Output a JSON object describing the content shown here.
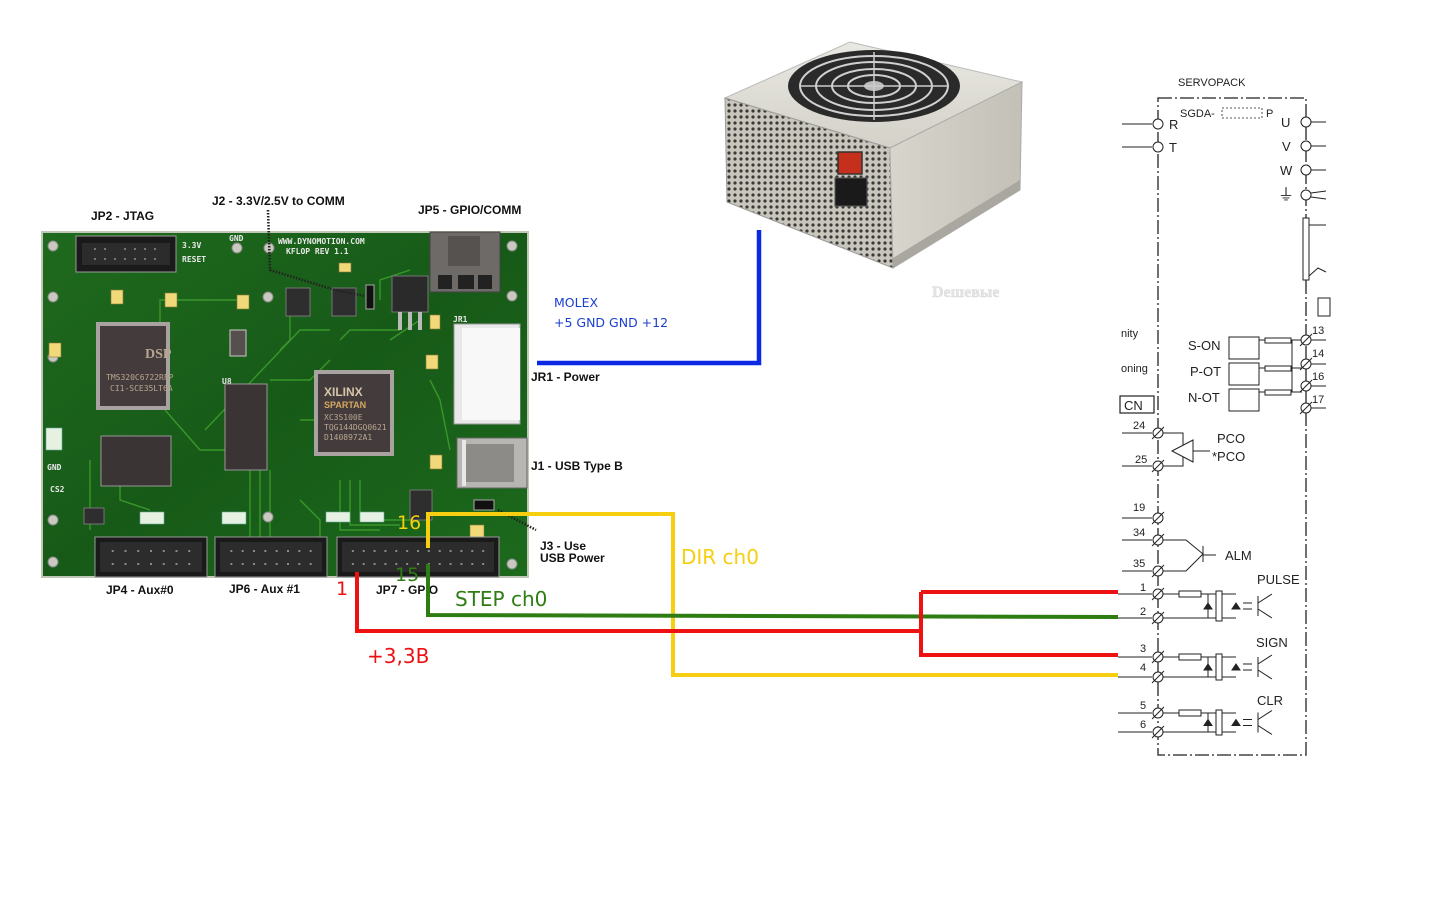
{
  "board": {
    "name": "KFLOP",
    "silkscreen_url": "WWW.DYNOMOTION.COM",
    "silkscreen_rev": "KFLOP  REV  1.1",
    "silk_33v": "3.3V",
    "silk_reset": "RESET",
    "silk_gnd_top": "GND",
    "silk_gnd_left": "GND",
    "silk_cs2": "CS2",
    "dsp_brand": "DSP",
    "dsp_part": "TMS320C6722RFP",
    "dsp_lot": "CI1-SCE35LT6A",
    "fpga_brand": "XILINX",
    "fpga_family": "SPARTAN",
    "fpga_part": "XC3S100E",
    "fpga_pkg": "TQG144DGQ0621",
    "fpga_lot": "D1408972A1",
    "ram_label": "U8",
    "labels": {
      "jp2": "JP2 - JTAG",
      "j2": "J2 - 3.3V/2.5V to COMM",
      "jp5": "JP5 - GPIO/COMM",
      "jr1": "JR1 - Power",
      "j1": "J1 - USB Type B",
      "j3_line1": "J3 - Use",
      "j3_line2": "USB Power",
      "jp4": "JP4 - Aux#0",
      "jp6": "JP6 - Aux #1",
      "jp7": "JP7 - GPIO"
    }
  },
  "power_supply": {
    "watermark": "Dешевые",
    "connector_label_line1": "MOLEX",
    "connector_label_line2": "+5 GND GND +12",
    "wire_color": "#0a28e6"
  },
  "wires": {
    "power_3v3": {
      "label": "+3,3B",
      "pin_label": "1",
      "color": "#ee1111"
    },
    "step": {
      "label": "STEP ch0",
      "pin_label": "15",
      "color": "#2e7d12"
    },
    "dir": {
      "label": "DIR ch0",
      "pin_label": "16",
      "color": "#f5cf10"
    }
  },
  "servopack": {
    "title": "SERVOPACK",
    "model": "SGDA-",
    "model_suffix": "P",
    "power_inputs": [
      "R",
      "T"
    ],
    "motor_outputs": [
      "U",
      "V",
      "W"
    ],
    "ground_symbol": "⏚",
    "left_partial_texts": [
      "nity",
      "oning"
    ],
    "cn_label": "CN",
    "inputs": [
      {
        "name": "S-ON",
        "pin": "13"
      },
      {
        "name": "P-OT",
        "pin": "14"
      },
      {
        "name": "N-OT",
        "pin": "16"
      },
      {
        "name": "",
        "pin": "17"
      }
    ],
    "pco": {
      "pins": [
        "24",
        "25"
      ],
      "label1": "PCO",
      "label2": "*PCO"
    },
    "alm": {
      "pins": [
        "19",
        "34",
        "35"
      ],
      "label": "ALM"
    },
    "pulse": {
      "pins": [
        "1",
        "2"
      ],
      "label": "PULSE"
    },
    "sign": {
      "pins": [
        "3",
        "4"
      ],
      "label": "SIGN"
    },
    "clr": {
      "pins": [
        "5",
        "6"
      ],
      "label": "CLR"
    }
  }
}
